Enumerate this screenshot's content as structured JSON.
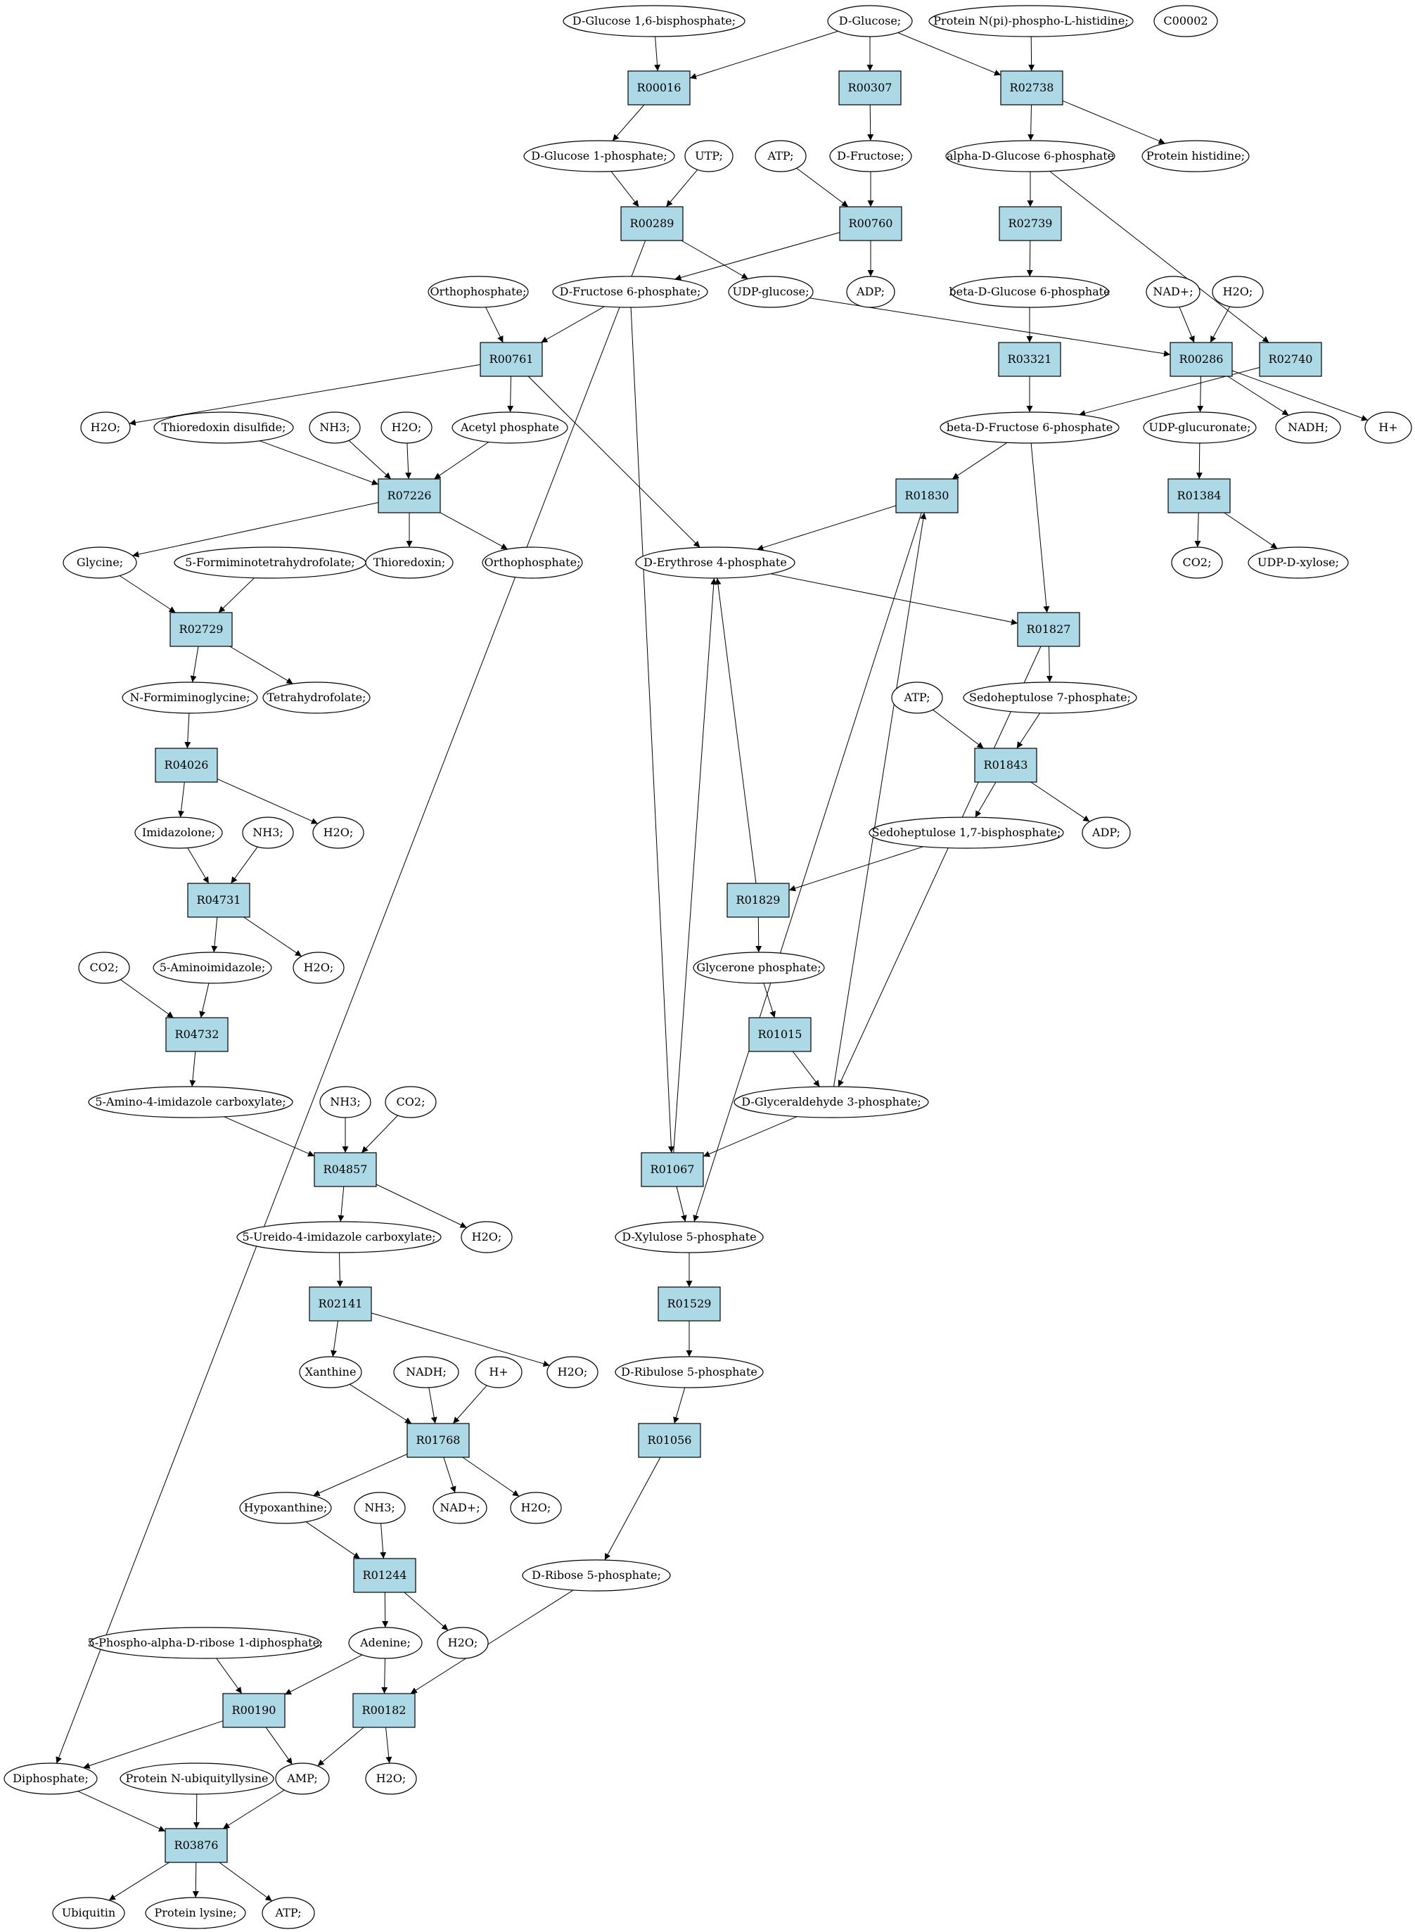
{
  "colors": {
    "background": "#ffffff",
    "reaction_fill": "#add8e6",
    "highlight_green": "#00ee00",
    "highlight_yellow": "#ffff00",
    "stroke": "#000000"
  },
  "nodes": [
    {
      "id": "c_g16bp",
      "label": "D-Glucose 1,6-bisphosphate;",
      "kind": "compound"
    },
    {
      "id": "c_glc",
      "label": "D-Glucose;",
      "kind": "compound",
      "highlight": "green"
    },
    {
      "id": "c_pnphis",
      "label": "Protein N(pi)-phospho-L-histidine;",
      "kind": "compound"
    },
    {
      "id": "c_c00002",
      "label": "C00002",
      "kind": "compound",
      "highlight": "yellow"
    },
    {
      "id": "r_R00016",
      "label": "R00016",
      "kind": "reaction"
    },
    {
      "id": "r_R00307",
      "label": "R00307",
      "kind": "reaction"
    },
    {
      "id": "r_R02738",
      "label": "R02738",
      "kind": "reaction"
    },
    {
      "id": "c_g1p",
      "label": "D-Glucose 1-phosphate;",
      "kind": "compound"
    },
    {
      "id": "c_utp",
      "label": "UTP;",
      "kind": "compound"
    },
    {
      "id": "c_atp1",
      "label": "ATP;",
      "kind": "compound"
    },
    {
      "id": "c_fru",
      "label": "D-Fructose;",
      "kind": "compound"
    },
    {
      "id": "c_ag6p",
      "label": "alpha-D-Glucose 6-phosphate",
      "kind": "compound"
    },
    {
      "id": "c_prothis",
      "label": "Protein histidine;",
      "kind": "compound"
    },
    {
      "id": "r_R00289",
      "label": "R00289",
      "kind": "reaction"
    },
    {
      "id": "r_R00760",
      "label": "R00760",
      "kind": "reaction"
    },
    {
      "id": "r_R02739",
      "label": "R02739",
      "kind": "reaction"
    },
    {
      "id": "c_orthop1",
      "label": "Orthophosphate;",
      "kind": "compound"
    },
    {
      "id": "c_f6p",
      "label": "D-Fructose 6-phosphate;",
      "kind": "compound"
    },
    {
      "id": "c_udpglc",
      "label": "UDP-glucose;",
      "kind": "compound"
    },
    {
      "id": "c_adp1",
      "label": "ADP;",
      "kind": "compound"
    },
    {
      "id": "c_bg6p",
      "label": "beta-D-Glucose 6-phosphate",
      "kind": "compound"
    },
    {
      "id": "c_nadp1",
      "label": "NAD+;",
      "kind": "compound"
    },
    {
      "id": "c_h2o_a",
      "label": "H2O;",
      "kind": "compound"
    },
    {
      "id": "r_R00761",
      "label": "R00761",
      "kind": "reaction"
    },
    {
      "id": "r_R03321",
      "label": "R03321",
      "kind": "reaction"
    },
    {
      "id": "r_R00286",
      "label": "R00286",
      "kind": "reaction"
    },
    {
      "id": "r_R02740",
      "label": "R02740",
      "kind": "reaction"
    },
    {
      "id": "c_h2o_b",
      "label": "H2O;",
      "kind": "compound"
    },
    {
      "id": "c_trxss",
      "label": "Thioredoxin disulfide;",
      "kind": "compound"
    },
    {
      "id": "c_nh3_1",
      "label": "NH3;",
      "kind": "compound"
    },
    {
      "id": "c_h2o_c",
      "label": "H2O;",
      "kind": "compound"
    },
    {
      "id": "c_acp",
      "label": "Acetyl phosphate",
      "kind": "compound"
    },
    {
      "id": "c_bf6p",
      "label": "beta-D-Fructose 6-phosphate",
      "kind": "compound"
    },
    {
      "id": "c_udpglcur",
      "label": "UDP-glucuronate;",
      "kind": "compound"
    },
    {
      "id": "c_nadh1",
      "label": "NADH;",
      "kind": "compound"
    },
    {
      "id": "c_hplus1",
      "label": "H+",
      "kind": "compound"
    },
    {
      "id": "r_R07226",
      "label": "R07226",
      "kind": "reaction"
    },
    {
      "id": "r_R01830",
      "label": "R01830",
      "kind": "reaction"
    },
    {
      "id": "r_R01384",
      "label": "R01384",
      "kind": "reaction"
    },
    {
      "id": "c_gly",
      "label": "Glycine;",
      "kind": "compound"
    },
    {
      "id": "c_5fthf",
      "label": "5-Formiminotetrahydrofolate;",
      "kind": "compound"
    },
    {
      "id": "c_trx",
      "label": "Thioredoxin;",
      "kind": "compound"
    },
    {
      "id": "c_orthop2",
      "label": "Orthophosphate;",
      "kind": "compound"
    },
    {
      "id": "c_e4p",
      "label": "D-Erythrose 4-phosphate",
      "kind": "compound"
    },
    {
      "id": "c_co2_1",
      "label": "CO2;",
      "kind": "compound"
    },
    {
      "id": "c_udpxyl",
      "label": "UDP-D-xylose;",
      "kind": "compound"
    },
    {
      "id": "r_R02729",
      "label": "R02729",
      "kind": "reaction"
    },
    {
      "id": "r_R01827",
      "label": "R01827",
      "kind": "reaction"
    },
    {
      "id": "c_nfgly",
      "label": "N-Formiminoglycine;",
      "kind": "compound"
    },
    {
      "id": "c_thf",
      "label": "Tetrahydrofolate;",
      "kind": "compound"
    },
    {
      "id": "c_atp2",
      "label": "ATP;",
      "kind": "compound"
    },
    {
      "id": "c_s7p",
      "label": "Sedoheptulose 7-phosphate;",
      "kind": "compound"
    },
    {
      "id": "r_R04026",
      "label": "R04026",
      "kind": "reaction"
    },
    {
      "id": "r_R01843",
      "label": "R01843",
      "kind": "reaction"
    },
    {
      "id": "c_imid",
      "label": "Imidazolone;",
      "kind": "compound"
    },
    {
      "id": "c_nh3_2",
      "label": "NH3;",
      "kind": "compound"
    },
    {
      "id": "c_h2o_d",
      "label": "H2O;",
      "kind": "compound"
    },
    {
      "id": "c_s17bp",
      "label": "Sedoheptulose 1,7-bisphosphate;",
      "kind": "compound"
    },
    {
      "id": "c_adp2",
      "label": "ADP;",
      "kind": "compound"
    },
    {
      "id": "r_R04731",
      "label": "R04731",
      "kind": "reaction"
    },
    {
      "id": "r_R01829",
      "label": "R01829",
      "kind": "reaction"
    },
    {
      "id": "c_co2_2",
      "label": "CO2;",
      "kind": "compound"
    },
    {
      "id": "c_5aimid",
      "label": "5-Aminoimidazole;",
      "kind": "compound"
    },
    {
      "id": "c_h2o_e",
      "label": "H2O;",
      "kind": "compound"
    },
    {
      "id": "c_glyp",
      "label": "Glycerone phosphate;",
      "kind": "compound"
    },
    {
      "id": "r_R04732",
      "label": "R04732",
      "kind": "reaction"
    },
    {
      "id": "r_R01015",
      "label": "R01015",
      "kind": "reaction"
    },
    {
      "id": "c_5a4ic",
      "label": "5-Amino-4-imidazole carboxylate;",
      "kind": "compound"
    },
    {
      "id": "c_nh3_3",
      "label": "NH3;",
      "kind": "compound"
    },
    {
      "id": "c_co2_3",
      "label": "CO2;",
      "kind": "compound"
    },
    {
      "id": "c_g3p",
      "label": "D-Glyceraldehyde 3-phosphate;",
      "kind": "compound"
    },
    {
      "id": "r_R04857",
      "label": "R04857",
      "kind": "reaction"
    },
    {
      "id": "r_R01067",
      "label": "R01067",
      "kind": "reaction"
    },
    {
      "id": "c_5u4ic",
      "label": "5-Ureido-4-imidazole carboxylate;",
      "kind": "compound"
    },
    {
      "id": "c_h2o_f",
      "label": "H2O;",
      "kind": "compound"
    },
    {
      "id": "c_x5p",
      "label": "D-Xylulose 5-phosphate",
      "kind": "compound"
    },
    {
      "id": "r_R02141",
      "label": "R02141",
      "kind": "reaction"
    },
    {
      "id": "r_R01529",
      "label": "R01529",
      "kind": "reaction"
    },
    {
      "id": "c_xan",
      "label": "Xanthine",
      "kind": "compound"
    },
    {
      "id": "c_nadh2",
      "label": "NADH;",
      "kind": "compound"
    },
    {
      "id": "c_hplus2",
      "label": "H+",
      "kind": "compound"
    },
    {
      "id": "c_h2o_g",
      "label": "H2O;",
      "kind": "compound"
    },
    {
      "id": "c_ru5p",
      "label": "D-Ribulose 5-phosphate",
      "kind": "compound"
    },
    {
      "id": "r_R01768",
      "label": "R01768",
      "kind": "reaction"
    },
    {
      "id": "r_R01056",
      "label": "R01056",
      "kind": "reaction"
    },
    {
      "id": "c_hyp",
      "label": "Hypoxanthine;",
      "kind": "compound"
    },
    {
      "id": "c_nh3_4",
      "label": "NH3;",
      "kind": "compound"
    },
    {
      "id": "c_nadp2",
      "label": "NAD+;",
      "kind": "compound"
    },
    {
      "id": "c_h2o_h",
      "label": "H2O;",
      "kind": "compound"
    },
    {
      "id": "c_r5p",
      "label": "D-Ribose 5-phosphate;",
      "kind": "compound"
    },
    {
      "id": "r_R01244",
      "label": "R01244",
      "kind": "reaction"
    },
    {
      "id": "c_prpp",
      "label": "5-Phospho-alpha-D-ribose 1-diphosphate;",
      "kind": "compound"
    },
    {
      "id": "c_ade",
      "label": "Adenine;",
      "kind": "compound"
    },
    {
      "id": "c_h2o_i",
      "label": "H2O;",
      "kind": "compound"
    },
    {
      "id": "r_R00190",
      "label": "R00190",
      "kind": "reaction"
    },
    {
      "id": "r_R00182",
      "label": "R00182",
      "kind": "reaction"
    },
    {
      "id": "c_ppi",
      "label": "Diphosphate;",
      "kind": "compound"
    },
    {
      "id": "c_pnulys",
      "label": "Protein N-ubiquityllysine",
      "kind": "compound"
    },
    {
      "id": "c_amp",
      "label": "AMP;",
      "kind": "compound"
    },
    {
      "id": "c_h2o_j",
      "label": "H2O;",
      "kind": "compound"
    },
    {
      "id": "r_R03876",
      "label": "R03876",
      "kind": "reaction"
    },
    {
      "id": "c_ubq",
      "label": "Ubiquitin",
      "kind": "compound"
    },
    {
      "id": "c_protlys",
      "label": "Protein lysine;",
      "kind": "compound"
    },
    {
      "id": "c_atp3",
      "label": "ATP;",
      "kind": "compound"
    }
  ],
  "edges": [
    [
      "c_glc",
      "r_R00016"
    ],
    [
      "c_g16bp",
      "r_R00016"
    ],
    [
      "r_R00016",
      "c_g1p"
    ],
    [
      "c_glc",
      "r_R00307"
    ],
    [
      "r_R00307",
      "c_fru"
    ],
    [
      "c_glc",
      "r_R02738"
    ],
    [
      "c_pnphis",
      "r_R02738"
    ],
    [
      "r_R02738",
      "c_ag6p"
    ],
    [
      "r_R02738",
      "c_prothis"
    ],
    [
      "c_g1p",
      "r_R00289"
    ],
    [
      "c_utp",
      "r_R00289"
    ],
    [
      "r_R00289",
      "c_udpglc"
    ],
    [
      "r_R00289",
      "c_ppi"
    ],
    [
      "c_atp1",
      "r_R00760"
    ],
    [
      "c_fru",
      "r_R00760"
    ],
    [
      "r_R00760",
      "c_adp1"
    ],
    [
      "r_R00760",
      "c_f6p"
    ],
    [
      "c_ag6p",
      "r_R02739"
    ],
    [
      "r_R02739",
      "c_bg6p"
    ],
    [
      "c_ag6p",
      "r_R02740"
    ],
    [
      "c_bg6p",
      "r_R03321"
    ],
    [
      "r_R03321",
      "c_bf6p"
    ],
    [
      "r_R02740",
      "c_bf6p"
    ],
    [
      "c_udpglc",
      "r_R00286"
    ],
    [
      "c_nadp1",
      "r_R00286"
    ],
    [
      "c_h2o_a",
      "r_R00286"
    ],
    [
      "r_R00286",
      "c_udpglcur"
    ],
    [
      "r_R00286",
      "c_nadh1"
    ],
    [
      "r_R00286",
      "c_hplus1"
    ],
    [
      "c_orthop1",
      "r_R00761"
    ],
    [
      "c_f6p",
      "r_R00761"
    ],
    [
      "r_R00761",
      "c_h2o_b"
    ],
    [
      "r_R00761",
      "c_acp"
    ],
    [
      "r_R00761",
      "c_e4p"
    ],
    [
      "c_f6p",
      "r_R01067"
    ],
    [
      "c_trxss",
      "r_R07226"
    ],
    [
      "c_nh3_1",
      "r_R07226"
    ],
    [
      "c_h2o_c",
      "r_R07226"
    ],
    [
      "c_acp",
      "r_R07226"
    ],
    [
      "r_R07226",
      "c_gly"
    ],
    [
      "r_R07226",
      "c_trx"
    ],
    [
      "r_R07226",
      "c_orthop2"
    ],
    [
      "c_bf6p",
      "r_R01830"
    ],
    [
      "c_bf6p",
      "r_R01827"
    ],
    [
      "r_R01830",
      "c_e4p"
    ],
    [
      "r_R01830",
      "c_x5p"
    ],
    [
      "c_udpglcur",
      "r_R01384"
    ],
    [
      "r_R01384",
      "c_co2_1"
    ],
    [
      "r_R01384",
      "c_udpxyl"
    ],
    [
      "c_gly",
      "r_R02729"
    ],
    [
      "c_5fthf",
      "r_R02729"
    ],
    [
      "r_R02729",
      "c_nfgly"
    ],
    [
      "r_R02729",
      "c_thf"
    ],
    [
      "c_e4p",
      "r_R01827"
    ],
    [
      "r_R01827",
      "c_s7p"
    ],
    [
      "r_R01827",
      "c_g3p"
    ],
    [
      "c_nfgly",
      "r_R04026"
    ],
    [
      "r_R04026",
      "c_imid"
    ],
    [
      "r_R04026",
      "c_h2o_d"
    ],
    [
      "c_atp2",
      "r_R01843"
    ],
    [
      "c_s7p",
      "r_R01843"
    ],
    [
      "r_R01843",
      "c_s17bp"
    ],
    [
      "r_R01843",
      "c_adp2"
    ],
    [
      "c_imid",
      "r_R04731"
    ],
    [
      "c_nh3_2",
      "r_R04731"
    ],
    [
      "r_R04731",
      "c_5aimid"
    ],
    [
      "r_R04731",
      "c_h2o_e"
    ],
    [
      "c_s17bp",
      "r_R01829"
    ],
    [
      "r_R01829",
      "c_e4p"
    ],
    [
      "r_R01829",
      "c_glyp"
    ],
    [
      "c_co2_2",
      "r_R04732"
    ],
    [
      "c_5aimid",
      "r_R04732"
    ],
    [
      "r_R04732",
      "c_5a4ic"
    ],
    [
      "c_glyp",
      "r_R01015"
    ],
    [
      "r_R01015",
      "c_g3p"
    ],
    [
      "c_g3p",
      "r_R01830"
    ],
    [
      "c_5a4ic",
      "r_R04857"
    ],
    [
      "c_nh3_3",
      "r_R04857"
    ],
    [
      "c_co2_3",
      "r_R04857"
    ],
    [
      "r_R04857",
      "c_5u4ic"
    ],
    [
      "r_R04857",
      "c_h2o_f"
    ],
    [
      "c_g3p",
      "r_R01067"
    ],
    [
      "r_R01067",
      "c_e4p"
    ],
    [
      "r_R01067",
      "c_x5p"
    ],
    [
      "c_5u4ic",
      "r_R02141"
    ],
    [
      "r_R02141",
      "c_xan"
    ],
    [
      "r_R02141",
      "c_h2o_g"
    ],
    [
      "c_x5p",
      "r_R01529"
    ],
    [
      "r_R01529",
      "c_ru5p"
    ],
    [
      "c_xan",
      "r_R01768"
    ],
    [
      "c_nadh2",
      "r_R01768"
    ],
    [
      "c_hplus2",
      "r_R01768"
    ],
    [
      "r_R01768",
      "c_hyp"
    ],
    [
      "r_R01768",
      "c_nadp2"
    ],
    [
      "r_R01768",
      "c_h2o_h"
    ],
    [
      "c_ru5p",
      "r_R01056"
    ],
    [
      "r_R01056",
      "c_r5p"
    ],
    [
      "c_hyp",
      "r_R01244"
    ],
    [
      "c_nh3_4",
      "r_R01244"
    ],
    [
      "r_R01244",
      "c_ade"
    ],
    [
      "r_R01244",
      "c_h2o_i"
    ],
    [
      "c_prpp",
      "r_R00190"
    ],
    [
      "c_ade",
      "r_R00190"
    ],
    [
      "r_R00190",
      "c_ppi"
    ],
    [
      "r_R00190",
      "c_amp"
    ],
    [
      "c_ade",
      "r_R00182"
    ],
    [
      "c_r5p",
      "r_R00182"
    ],
    [
      "r_R00182",
      "c_amp"
    ],
    [
      "r_R00182",
      "c_h2o_j"
    ],
    [
      "c_ppi",
      "r_R03876"
    ],
    [
      "c_pnulys",
      "r_R03876"
    ],
    [
      "c_amp",
      "r_R03876"
    ],
    [
      "r_R03876",
      "c_ubq"
    ],
    [
      "r_R03876",
      "c_protlys"
    ],
    [
      "r_R03876",
      "c_atp3"
    ]
  ]
}
